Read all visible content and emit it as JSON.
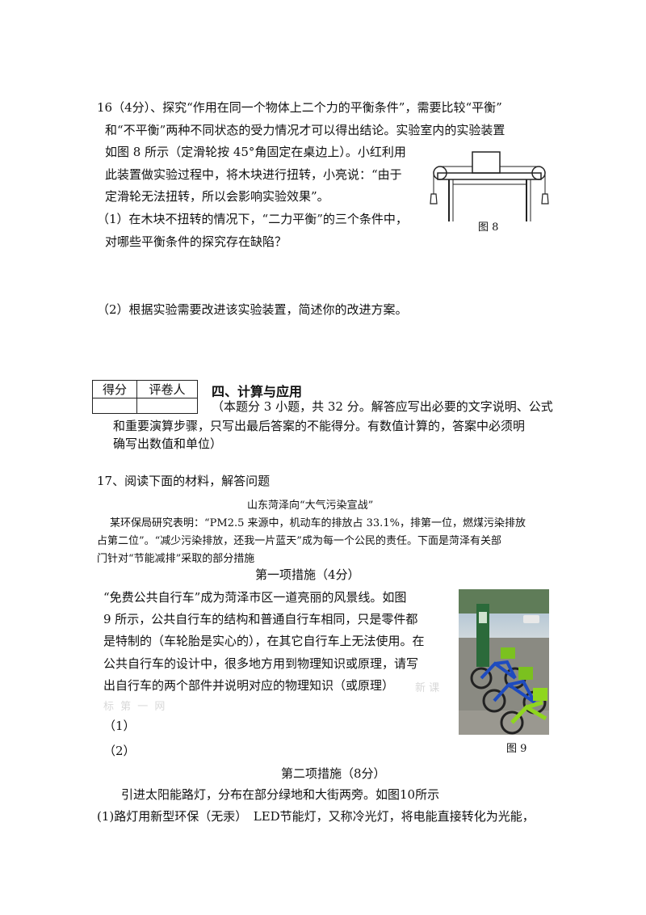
{
  "q16": {
    "line1": "16（4分）、探究“作用在同一个物体上二个力的平衡条件”，需要比较“平衡”",
    "line2": "和“不平衡”两种不同状态的受力情况才可以得出结论。实验室内的实验装置",
    "line3": "如图 8 所示（定滑轮按 45°角固定在桌边上）。小红利用",
    "line4": "此装置做实验过程中，将木块进行扭转，小亮说：“由于",
    "line5": "定滑轮无法扭转，所以会影响实验效果”。",
    "sub1_line1": "（1）在木块不扭转的情况下，“二力平衡”的三个条件中，",
    "sub1_line2": "对哪些平衡条件的探究存在缺陷？",
    "sub2": "（2）根据实验需要改进该实验装置，简述你的改进方案。",
    "figure_caption": "图 8"
  },
  "score_table": {
    "col1": "得分",
    "col2": "评卷人"
  },
  "section4": {
    "title": "四、计算与应用",
    "note_line1": "（本题分 3 小题，共 32 分。解答应写出必要的文字说明、公式",
    "note_line2": "和重要演算步骤，只写出最后答案的不能得分。有数值计算的，答案中必须明",
    "note_line3": "确写出数值和单位）"
  },
  "q17": {
    "intro": "17、阅读下面的材料，解答问题",
    "article_title": "山东菏泽向“大气污染宣战”",
    "article_line1": "某环保局研究表明：“PM2.5 来源中，机动车的排放占 33.1%，排第一位，燃煤污染排放",
    "article_line2": "占第二位”。“减少污染排放，还我一片蓝天”成为每一个公民的责任。下面是菏泽有关部",
    "article_line3": "门针对“节能减排”采取的部分措施",
    "measure1_title": "第一项措施（4分）",
    "m1_line1": "“免费公共自行车”成为菏泽市区一道亮丽的风景线。如图",
    "m1_line2": "9 所示，公共自行车的结构和普通自行车相同，只是零件都",
    "m1_line3": "是特制的（车轮胎是实心的），在其它自行车上无法使用。在",
    "m1_line4": "公共自行车的设计中，很多地方用到物理知识或原理，请写",
    "m1_line5": "出自行车的两个部件并说明对应的物理知识（或原理）",
    "watermark1": "新 课",
    "watermark2": "标 第 一 网",
    "ans1": "（1）",
    "ans2": "（2）",
    "figure9_caption": "图 9",
    "measure2_title": "第二项措施（8分）",
    "m2_line1": "引进太阳能路灯，分布在部分绿地和大街两旁。如图10所示",
    "m2_line2": "(1)路灯用新型环保（无汞）　LED节能灯，又称冷光灯，将电能直接转化为光能，"
  }
}
